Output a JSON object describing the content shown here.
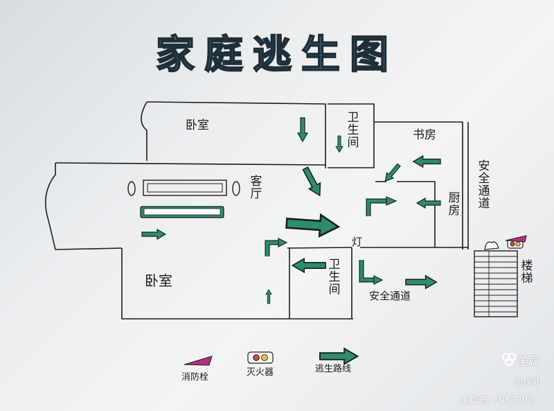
{
  "title": "家庭逃生图",
  "rooms": {
    "bedroom_top": "卧室",
    "bathroom_top": "卫生间",
    "study": "书房",
    "living_room": "客厅",
    "kitchen": "厨房",
    "bedroom_bottom": "卧室",
    "bathroom_bottom": "卫生间",
    "safe_passage_right": "安全通道",
    "stairs": "楼梯",
    "lamp": "灯",
    "safe_passage_bottom": "安全通道"
  },
  "legend": {
    "hydrant": "消防栓",
    "extinguisher": "灭火器",
    "route": "逃生路线"
  },
  "watermark": {
    "brand": "美篇",
    "author": "@绿叶",
    "id": "美篇号: 5951298"
  },
  "colors": {
    "title_fill": "#5b93b8",
    "arrow_fill": "#2e8b70",
    "hydrant": "#b0307a",
    "extinguisher_red": "#c94a3a",
    "extinguisher_yellow": "#e0c040"
  }
}
